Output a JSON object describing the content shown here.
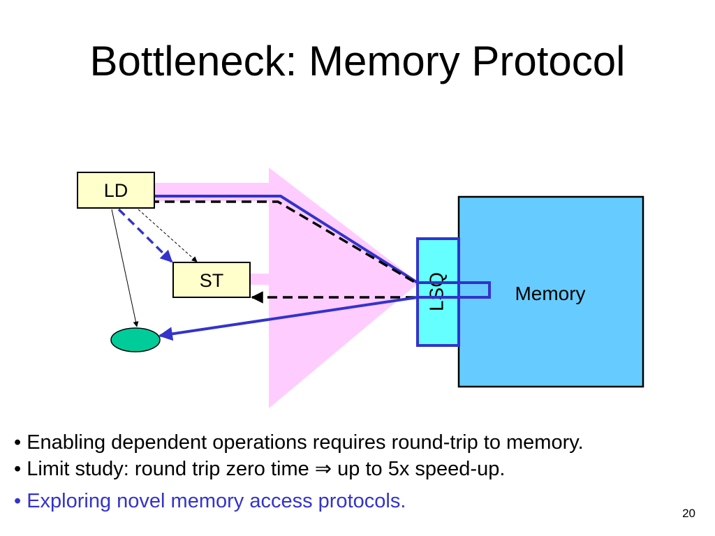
{
  "slide": {
    "title": "Bottleneck: Memory Protocol",
    "number": "20"
  },
  "diagram": {
    "ld_label": "LD",
    "st_label": "ST",
    "lsq_label": "LSQ",
    "memory_label": "Memory"
  },
  "bullets": [
    {
      "text": "• Enabling dependent operations requires round-trip to memory."
    },
    {
      "text": "• Limit study: round trip zero time ⇒ up to 5x speed-up."
    },
    {
      "text": "• Exploring novel memory access protocols."
    }
  ],
  "colors": {
    "pink_funnel": "#ffccff",
    "memory_fill": "#66ccff",
    "lsq_fill": "#66ffff",
    "box_outline": "#3333cc",
    "instruction_fill": "#ffffcc",
    "consumer_fill": "#00cc99",
    "accent_text": "#3333cc"
  }
}
